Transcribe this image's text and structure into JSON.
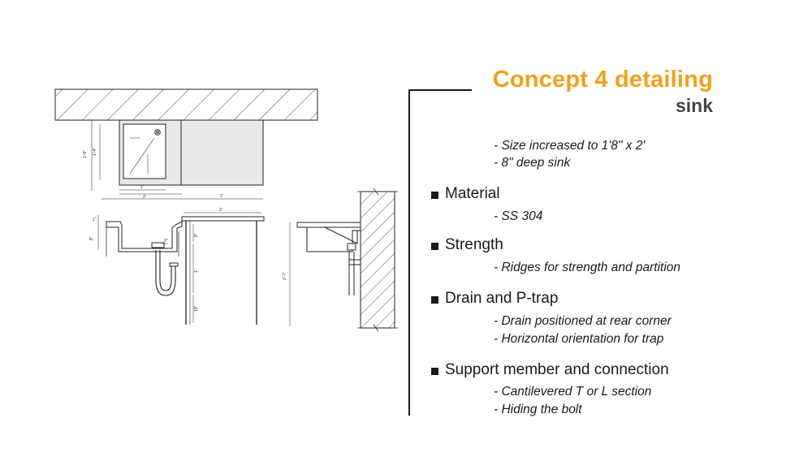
{
  "title": "Concept 4 detailing",
  "subtitle": "sink",
  "intro_notes": [
    "- Size increased to 1'8\" x 2'",
    "- 8\" deep sink"
  ],
  "sections": [
    {
      "heading": "Material",
      "notes": [
        "- SS 304"
      ]
    },
    {
      "heading": "Strength",
      "notes": [
        "- Ridges for strength and partition"
      ]
    },
    {
      "heading": "Drain and P-trap",
      "notes": [
        "- Drain positioned at rear corner",
        "- Horizontal orientation for trap"
      ]
    },
    {
      "heading": "Support member and connection",
      "notes": [
        "- Cantilevered T or L section",
        "- Hiding the bolt"
      ]
    }
  ],
  "dimensions": {
    "plan_height_outer": "1'-8\"",
    "plan_height_inner": "1'-4\"",
    "plan_width_inner": "1'",
    "plan_width_outer": "2'",
    "plan_width_right": "2'",
    "elev_width": "2'",
    "elev_rim": "1\"",
    "elev_depth": "8\"",
    "elev_drain": "2\"",
    "elev_leg_a": "8\"",
    "elev_leg_b": "1'",
    "elev_leg_c": "10\"",
    "section_height": "2'-7\""
  },
  "colors": {
    "accent": "#f2a01c",
    "subtitle": "#444444",
    "ink": "#1a1a1a"
  }
}
